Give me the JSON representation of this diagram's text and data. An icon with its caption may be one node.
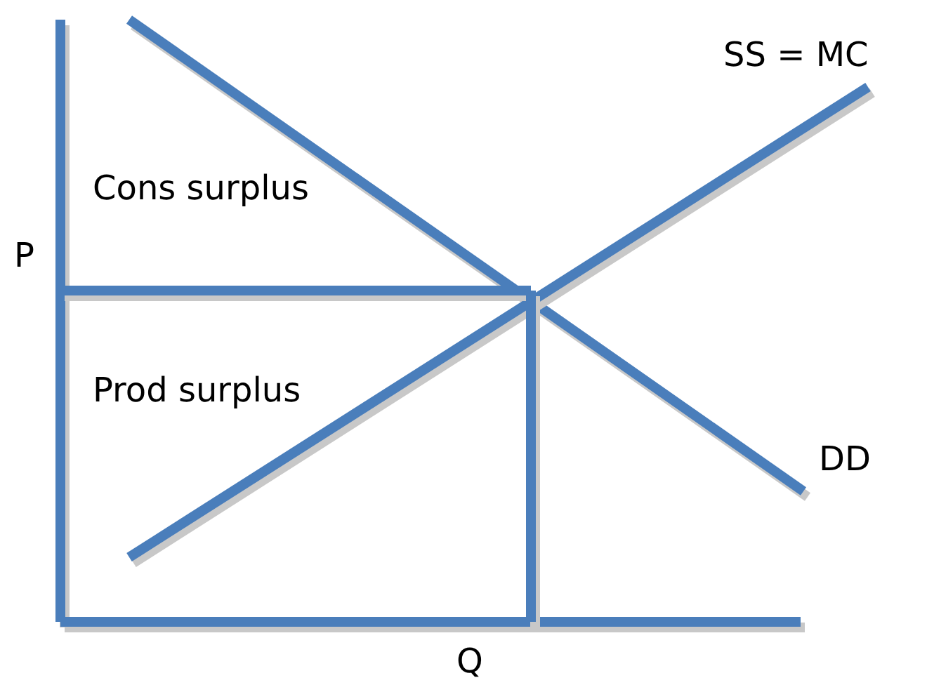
{
  "diagram": {
    "labels": [
      "SS = MC",
      "Cons surplus",
      "P",
      "Prod surplus",
      "DD",
      "Q"
    ]
  }
}
